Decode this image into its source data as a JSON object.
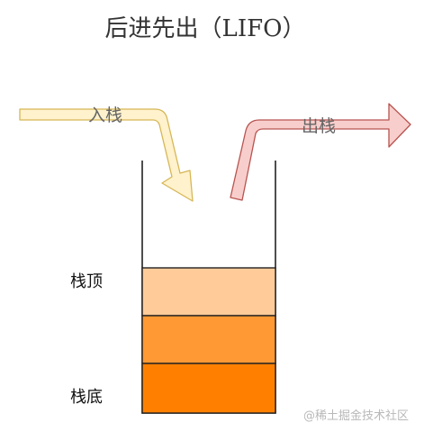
{
  "title": "后进先出（LIFO）",
  "push_arrow": {
    "label": "入栈",
    "fill": "#fff2cc",
    "stroke": "#d6b656"
  },
  "pop_arrow": {
    "label": "出栈",
    "fill": "#f8cecc",
    "stroke": "#b85450"
  },
  "stack": {
    "top_label": "栈顶",
    "bottom_label": "栈底",
    "blocks": [
      {
        "role": "top",
        "color": "#ffcc99"
      },
      {
        "role": "middle",
        "color": "#ff9933"
      },
      {
        "role": "bottom",
        "color": "#ff8000"
      }
    ]
  },
  "watermark": "@稀土掘金技术社区"
}
